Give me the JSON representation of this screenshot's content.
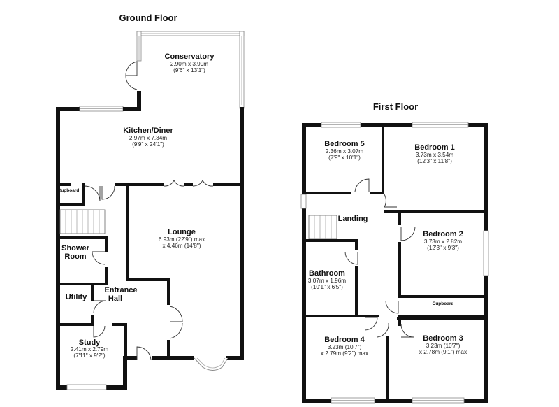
{
  "ground_floor": {
    "heading": "Ground Floor",
    "conservatory": {
      "name": "Conservatory",
      "dim_m": "2.90m x 3.99m",
      "dim_ft": "(9'6\" x 13'1\")"
    },
    "kitchen": {
      "name": "Kitchen/Diner",
      "dim_m": "2.97m x 7.34m",
      "dim_ft": "(9'9\" x 24'1\")"
    },
    "cupboard": "Cupboard",
    "lounge": {
      "name": "Lounge",
      "dim_1": "6.93m (22'9\") max",
      "dim_2": "x 4.46m (14'8\")"
    },
    "shower": {
      "name_1": "Shower",
      "name_2": "Room"
    },
    "utility": {
      "name": "Utility"
    },
    "entrance": {
      "name_1": "Entrance",
      "name_2": "Hall"
    },
    "study": {
      "name": "Study",
      "dim_m": "2.41m x 2.79m",
      "dim_ft": "(7'11\" x 9'2\")"
    }
  },
  "first_floor": {
    "heading": "First Floor",
    "bedroom5": {
      "name": "Bedroom 5",
      "dim_m": "2.36m x 3.07m",
      "dim_ft": "(7'9\" x 10'1\")"
    },
    "bedroom1": {
      "name": "Bedroom 1",
      "dim_m": "3.73m x 3.54m",
      "dim_ft": "(12'3\" x 11'8\")"
    },
    "landing": {
      "name": "Landing"
    },
    "bedroom2": {
      "name": "Bedroom 2",
      "dim_m": "3.73m x 2.82m",
      "dim_ft": "(12'3\" x 9'3\")"
    },
    "bathroom": {
      "name": "Bathroom",
      "dim_m": "3.07m x 1.96m",
      "dim_ft": "(10'1\" x 6'5\")"
    },
    "cupboard": "Cupboard",
    "bedroom4": {
      "name": "Bedroom 4",
      "dim_1": "3.23m (10'7\")",
      "dim_2": "x 2.79m (9'2\") max"
    },
    "bedroom3": {
      "name": "Bedroom 3",
      "dim_1": "3.23m (10'7\")",
      "dim_2": "x 2.78m (9'1\") max"
    }
  }
}
